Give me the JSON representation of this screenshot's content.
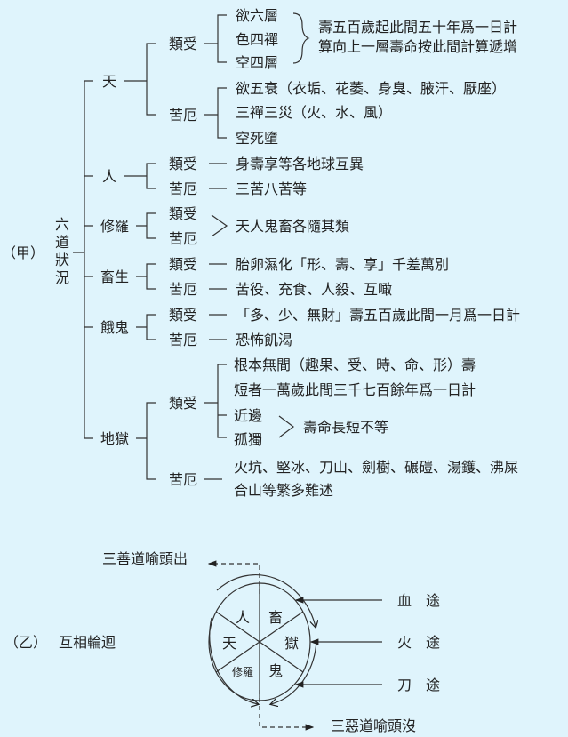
{
  "a": {
    "label": "（甲）",
    "title": [
      "六",
      "道",
      "狀",
      "況"
    ],
    "tian": {
      "name": "天",
      "lei": {
        "label": "類受",
        "items": [
          "欲六層",
          "色四禪",
          "空四層"
        ],
        "note": [
          "壽五百歲起此間五十年爲一日計",
          "算向上一層壽命按此間計算遞增"
        ]
      },
      "ku": {
        "label": "苦厄",
        "items": [
          "欲五衰（衣垢、花萎、身臭、腋汗、厭座）",
          "三禪三災（火、水、風）",
          "空死墮"
        ]
      }
    },
    "ren": {
      "name": "人",
      "lei": {
        "label": "類受",
        "text": "身壽享等各地球互異"
      },
      "ku": {
        "label": "苦厄",
        "text": "三苦八苦等"
      }
    },
    "xiuluo": {
      "name": "修羅",
      "lei": "類受",
      "ku": "苦厄",
      "text": "天人鬼畜各隨其類"
    },
    "chusheng": {
      "name": "畜生",
      "lei": {
        "label": "類受",
        "text": "胎卵濕化「形、壽、享」千差萬別"
      },
      "ku": {
        "label": "苦厄",
        "text": "苦役、充食、人殺、互噉"
      }
    },
    "egui": {
      "name": "餓鬼",
      "lei": {
        "label": "類受",
        "text": "「多、少、無財」壽五百歲此間一月爲一日計"
      },
      "ku": {
        "label": "苦厄",
        "text": "恐怖飢渴"
      }
    },
    "diyu": {
      "name": "地獄",
      "lei": {
        "label": "類受",
        "items": [
          "根本無間（趣果、受、時、命、形）壽",
          "短者一萬歲此間三千七百餘年爲一日計",
          "近邊",
          "孤獨"
        ],
        "note": "壽命長短不等"
      },
      "ku": {
        "label": "苦厄",
        "lines": [
          "火坑、堅冰、刀山、劍樹、碾磑、湯鑊、沸屎",
          "合山等繁多難述"
        ]
      }
    }
  },
  "b": {
    "label": "（乙）",
    "title": "互相輪迴",
    "top": "三善道喻頭出",
    "bottom": "三惡道喻頭沒",
    "wheel": {
      "ren": "人",
      "chu": "畜",
      "tian": "天",
      "yu": "獄",
      "xiuluo": "修羅",
      "gui": "鬼"
    },
    "paths": [
      "血　途",
      "火　途",
      "刀　途"
    ]
  }
}
